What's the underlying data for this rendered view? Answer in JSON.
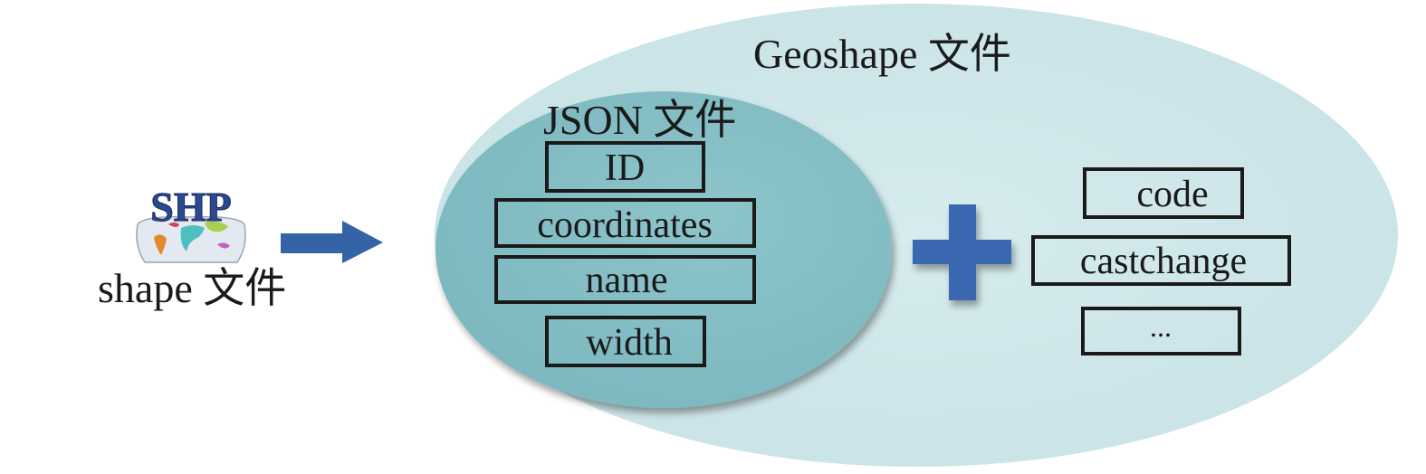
{
  "source": {
    "label": "shape 文件",
    "icon_text": "SHP"
  },
  "geoshape": {
    "title": "Geoshape 文件"
  },
  "json": {
    "title": "JSON 文件",
    "fields": [
      "ID",
      "coordinates",
      "name",
      "width"
    ]
  },
  "extra_fields": [
    "code",
    "castchange",
    "..."
  ],
  "colors": {
    "outer_ellipse": "#cfe7ea",
    "inner_ellipse": "#86bfc6",
    "arrow": "#3563a8",
    "plus": "#3a68b0"
  }
}
